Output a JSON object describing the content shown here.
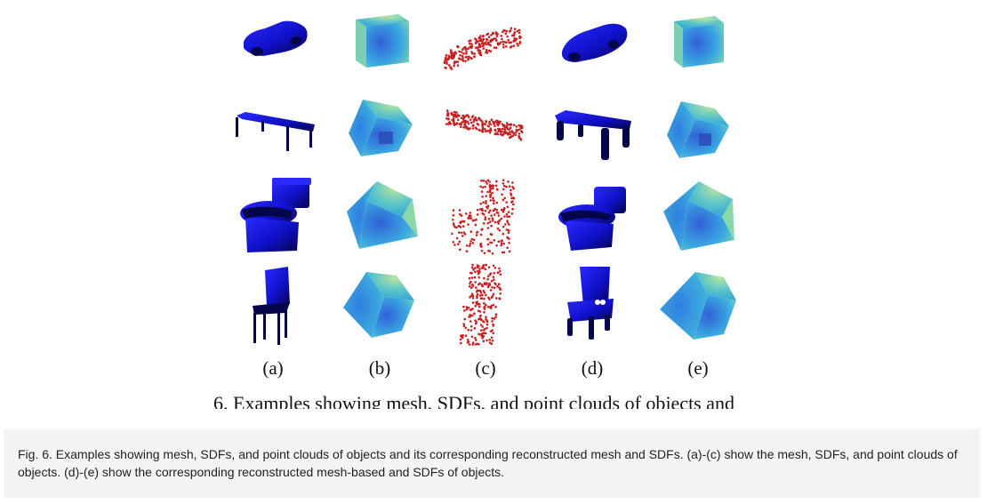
{
  "figure": {
    "column_labels": [
      "(a)",
      "(b)",
      "(c)",
      "(d)",
      "(e)"
    ],
    "truncated_caption": "6.   Examples showing mesh, SDFs, and point clouds of objects and"
  },
  "caption": {
    "text": "Fig. 6. Examples showing mesh, SDFs, and point clouds of objects and its corresponding reconstructed mesh and SDFs. (a)-(c) show the mesh, SDFs, and point clouds of objects. (d)-(e) show the corresponding reconstructed mesh-based and SDFs of objects."
  },
  "colors": {
    "mesh": "#1010c8",
    "mesh_dark": "#06065a",
    "points": "#c82020",
    "sdf_light": "#7fd4a0",
    "sdf_mid": "#3aa8d8",
    "sdf_deep": "#2450c8"
  }
}
